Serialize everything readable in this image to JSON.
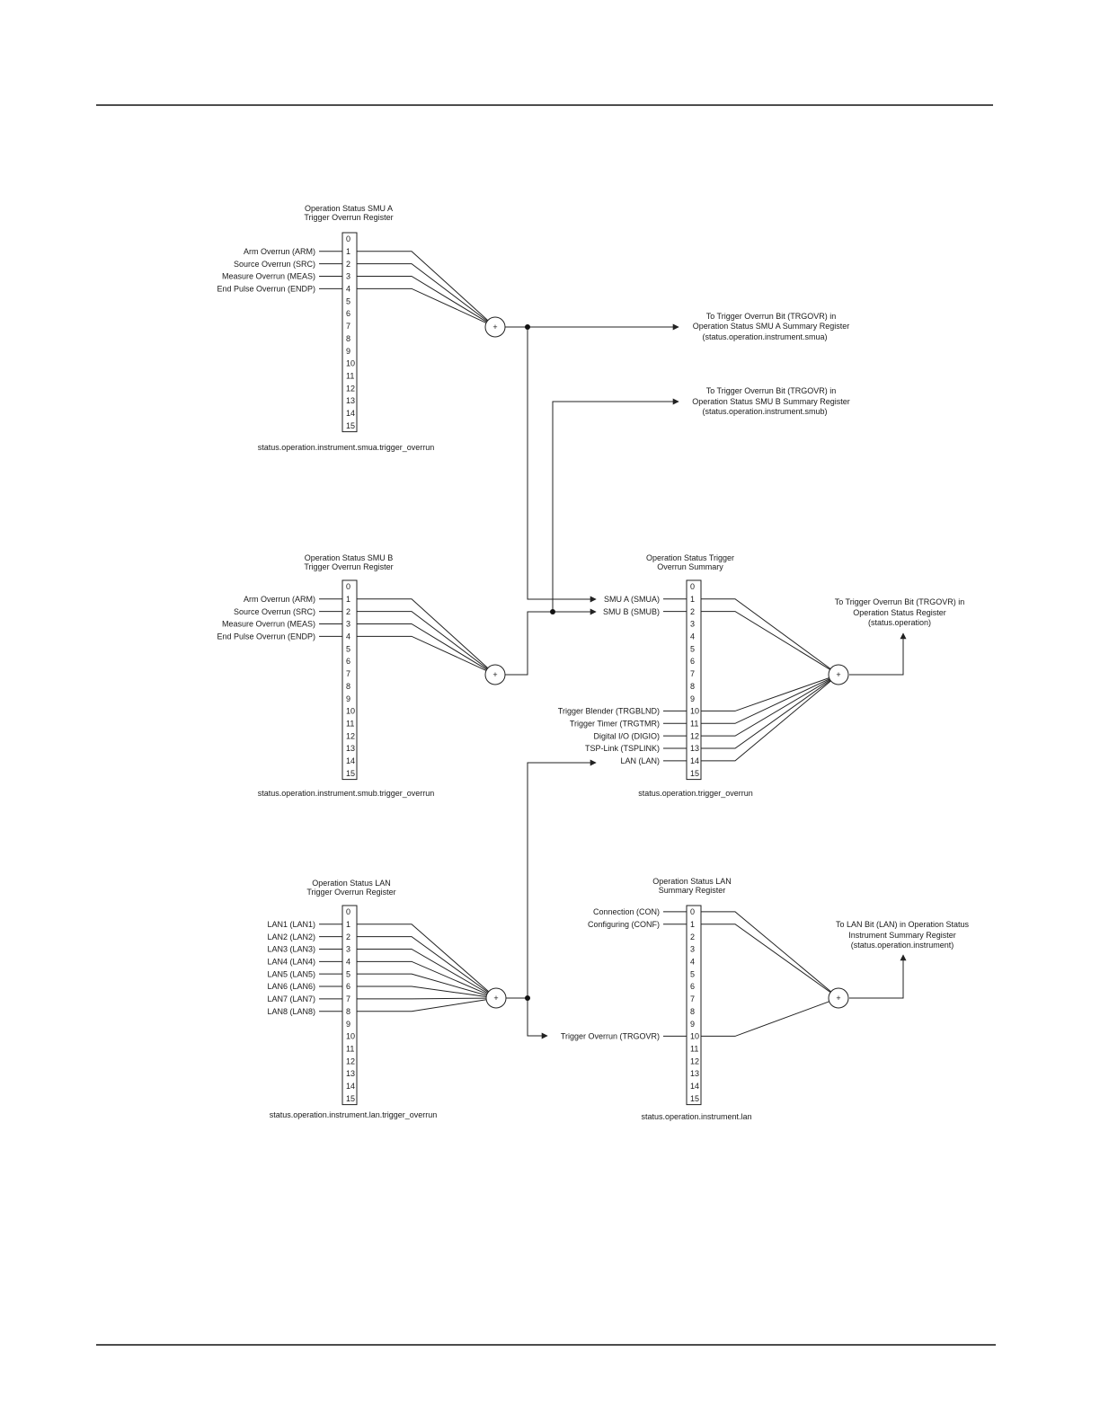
{
  "registers": [
    {
      "id": "smua",
      "title": [
        "Operation Status SMU A",
        "Trigger Overrun Register"
      ],
      "bits": [
        "0",
        "1",
        "2",
        "3",
        "4",
        "5",
        "6",
        "7",
        "8",
        "9",
        "10",
        "11",
        "12",
        "13",
        "14",
        "15"
      ],
      "inputs": [
        {
          "bit": 1,
          "label": "Arm Overrun (ARM)"
        },
        {
          "bit": 2,
          "label": "Source Overrun (SRC)"
        },
        {
          "bit": 3,
          "label": "Measure Overrun (MEAS)"
        },
        {
          "bit": 4,
          "label": "End Pulse Overrun (ENDP)"
        }
      ],
      "command": "status.operation.instrument.smua.trigger_overrun"
    },
    {
      "id": "smub",
      "title": [
        "Operation Status SMU B",
        "Trigger Overrun Register"
      ],
      "bits": [
        "0",
        "1",
        "2",
        "3",
        "4",
        "5",
        "6",
        "7",
        "8",
        "9",
        "10",
        "11",
        "12",
        "13",
        "14",
        "15"
      ],
      "inputs": [
        {
          "bit": 1,
          "label": "Arm Overrun (ARM)"
        },
        {
          "bit": 2,
          "label": "Source Overrun (SRC)"
        },
        {
          "bit": 3,
          "label": "Measure Overrun (MEAS)"
        },
        {
          "bit": 4,
          "label": "End Pulse Overrun (ENDP)"
        }
      ],
      "command": "status.operation.instrument.smub.trigger_overrun"
    },
    {
      "id": "lan",
      "title": [
        "Operation Status LAN",
        "Trigger Overrun Register"
      ],
      "bits": [
        "0",
        "1",
        "2",
        "3",
        "4",
        "5",
        "6",
        "7",
        "8",
        "9",
        "10",
        "11",
        "12",
        "13",
        "14",
        "15"
      ],
      "inputs": [
        {
          "bit": 1,
          "label": "LAN1 (LAN1)"
        },
        {
          "bit": 2,
          "label": "LAN2 (LAN2)"
        },
        {
          "bit": 3,
          "label": "LAN3 (LAN3)"
        },
        {
          "bit": 4,
          "label": "LAN4 (LAN4)"
        },
        {
          "bit": 5,
          "label": "LAN5 (LAN5)"
        },
        {
          "bit": 6,
          "label": "LAN6 (LAN6)"
        },
        {
          "bit": 7,
          "label": "LAN7 (LAN7)"
        },
        {
          "bit": 8,
          "label": "LAN8 (LAN8)"
        }
      ],
      "command": "status.operation.instrument.lan.trigger_overrun"
    },
    {
      "id": "trig",
      "title": [
        "Operation Status Trigger",
        "Overrun Summary"
      ],
      "bits": [
        "0",
        "1",
        "2",
        "3",
        "4",
        "5",
        "6",
        "7",
        "8",
        "9",
        "10",
        "11",
        "12",
        "13",
        "14",
        "15"
      ],
      "inputs": [
        {
          "bit": 1,
          "label": "SMU A (SMUA)"
        },
        {
          "bit": 2,
          "label": "SMU B (SMUB)"
        },
        {
          "bit": 10,
          "label": "Trigger Blender (TRGBLND)"
        },
        {
          "bit": 11,
          "label": "Trigger Timer (TRGTMR)"
        },
        {
          "bit": 12,
          "label": "Digital I/O (DIGIO)"
        },
        {
          "bit": 13,
          "label": "TSP-Link (TSPLINK)"
        },
        {
          "bit": 14,
          "label": "LAN (LAN)"
        }
      ],
      "command": "status.operation.trigger_overrun"
    },
    {
      "id": "lansum",
      "title": [
        "Operation Status LAN",
        "Summary Register"
      ],
      "bits": [
        "0",
        "1",
        "2",
        "3",
        "4",
        "5",
        "6",
        "7",
        "8",
        "9",
        "10",
        "11",
        "12",
        "13",
        "14",
        "15"
      ],
      "inputs": [
        {
          "bit": 0,
          "label": "Connection (CON)"
        },
        {
          "bit": 1,
          "label": "Configuring (CONF)"
        },
        {
          "bit": 10,
          "label": "Trigger Overrun (TRGOVR)"
        }
      ],
      "command": "status.operation.instrument.lan"
    }
  ],
  "or_symbol": "+",
  "outputs": {
    "smua": [
      "To Trigger Overrun Bit (TRGOVR) in",
      "Operation Status SMU A Summary Register",
      "(status.operation.instrument.smua)"
    ],
    "smub": [
      "To Trigger Overrun Bit (TRGOVR) in",
      "Operation Status SMU B Summary Register",
      "(status.operation.instrument.smub)"
    ],
    "trig": [
      "To Trigger Overrun Bit (TRGOVR) in",
      "Operation Status Register",
      "(status.operation)"
    ],
    "lansum": [
      "To LAN Bit (LAN) in Operation Status",
      "Instrument Summary Register",
      "(status.operation.instrument)"
    ]
  }
}
